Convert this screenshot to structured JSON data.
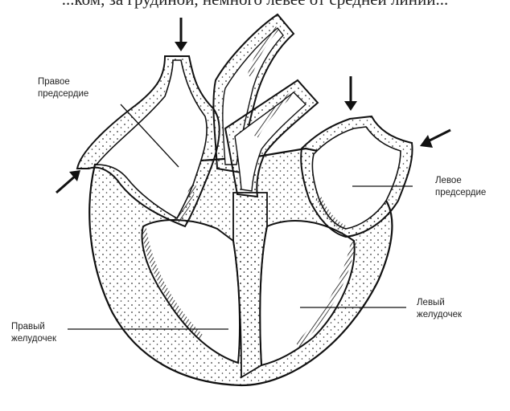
{
  "header_cut_text": "...ком, за грудиной, немного левее от средней линии...",
  "labels": {
    "right_atrium": [
      "Правое",
      "предсердие"
    ],
    "left_atrium": [
      "Левое",
      "предсердие"
    ],
    "right_ventricle": [
      "Правый",
      "желудочек"
    ],
    "left_ventricle": [
      "Левый",
      "желудочек"
    ]
  },
  "colors": {
    "ink": "#1a1a1a",
    "background": "#ffffff"
  },
  "icons": [
    "arrow-svc",
    "arrow-ivc",
    "arrow-pulmonary-vein-top",
    "arrow-pulmonary-vein-right"
  ]
}
